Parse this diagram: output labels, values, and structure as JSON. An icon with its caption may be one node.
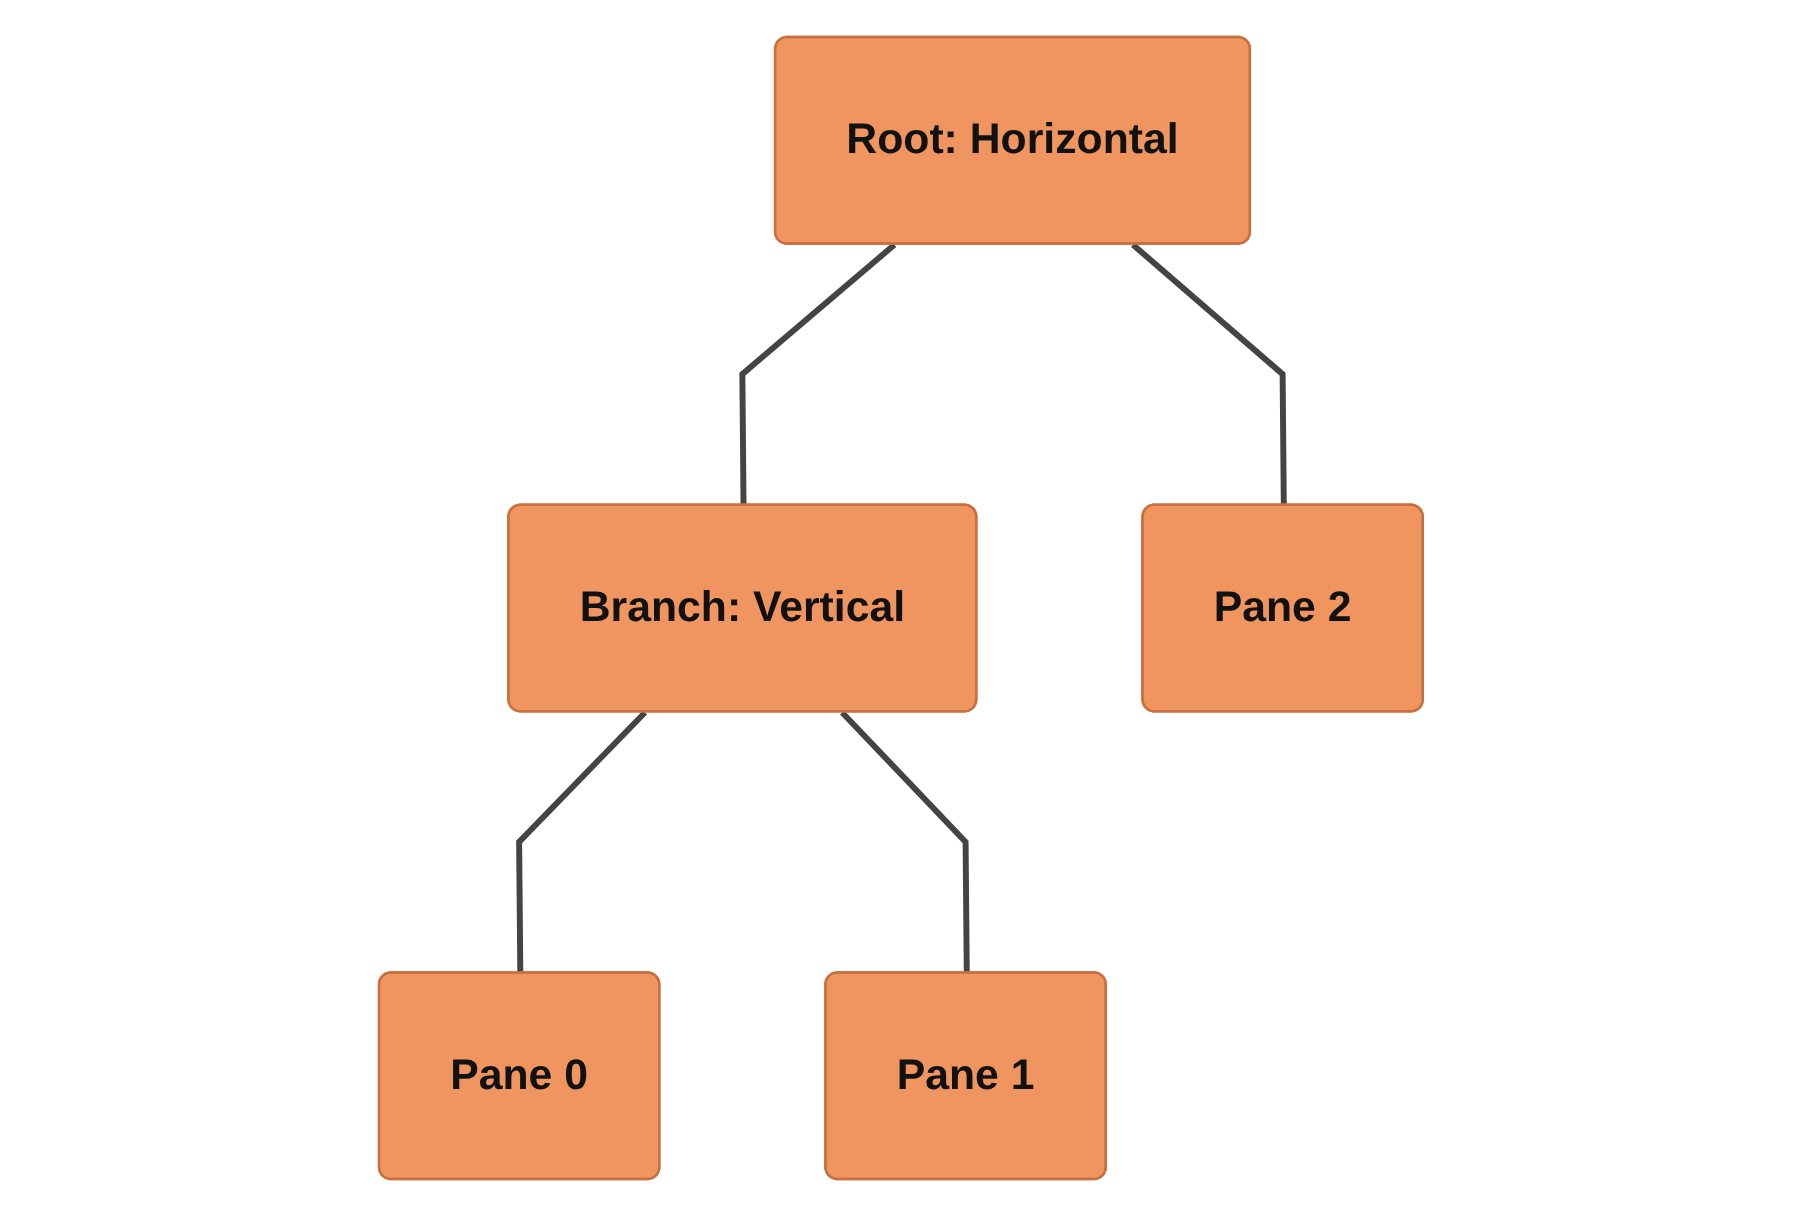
{
  "diagram": {
    "nodes": [
      {
        "text": [
          "Root: Horizontal"
        ]
      },
      {
        "text": [
          "Branch: Vertical"
        ]
      },
      {
        "text": [
          "Pane 2"
        ]
      },
      {
        "text": [
          "Pane 0"
        ]
      },
      {
        "text": [
          "Pane 1"
        ]
      }
    ],
    "edges": [
      {
        "from": 0,
        "to": 1,
        "arrow": "none"
      },
      {
        "from": 0,
        "to": 2,
        "arrow": "none"
      },
      {
        "from": 1,
        "to": 3,
        "arrow": "none"
      },
      {
        "from": 1,
        "to": 4,
        "arrow": "none"
      }
    ]
  }
}
